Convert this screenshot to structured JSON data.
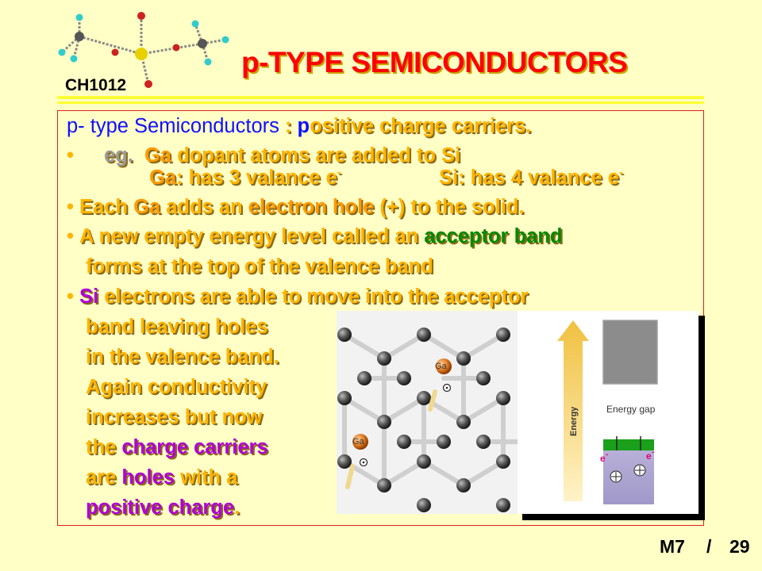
{
  "header": {
    "course_code": "CH1012",
    "title": "p-TYPE SEMICONDUCTORS"
  },
  "content": {
    "line1_a": "p- type Semiconductors",
    "line1_b": " : ",
    "line1_c": "p",
    "line1_d": "ositive charge carriers.",
    "bullet_symbol": "•",
    "eg_label": "eg.",
    "eg_text_a": "Ga",
    "eg_text_b": " dopant atoms are added to Si",
    "ga_has_a": "Ga",
    "ga_has_b": ": has 3 valance e",
    "si_has": "Si: has 4 valance e",
    "superscript_minus": "-",
    "bullet2_a": "Each ",
    "bullet2_b": "Ga",
    "bullet2_c": " adds an ",
    "bullet2_d": "electron hole",
    "bullet2_e": " (+) to the solid.",
    "bullet3_a": "A new empty energy level called an ",
    "bullet3_b": "acceptor band",
    "bullet3_line2": "forms at the top of the valence band",
    "bullet4_a": "Si",
    "bullet4_b": " electrons are able to move into the acceptor",
    "bullet4_l2": "band leaving holes",
    "bullet4_l3": "in the valence band.",
    "bullet4_l4": "Again conductivity",
    "bullet4_l5": "increases but now",
    "bullet4_l6_a": "the ",
    "bullet4_l6_b": "charge carriers",
    "bullet4_l7_a": "are ",
    "bullet4_l7_b": "holes",
    "bullet4_l7_c": " with a",
    "bullet4_l8_a": "positive charge",
    "bullet4_l8_b": "."
  },
  "figure": {
    "ga_label_1": "Ga",
    "ga_label_2": "Ga",
    "energy_label": "Energy",
    "energy_gap_label": "Energy gap",
    "electron_label_1": "e",
    "electron_label_2": "e",
    "electron_sup": "-"
  },
  "footer": {
    "module": "M7",
    "separator": "/",
    "page": "29"
  },
  "colors": {
    "background": "#ffffc6",
    "title": "#ff0000",
    "gold_text": "#ffb400",
    "green_text": "#008a00",
    "purple_text": "#b000d8",
    "blue_text": "#1010ff"
  }
}
